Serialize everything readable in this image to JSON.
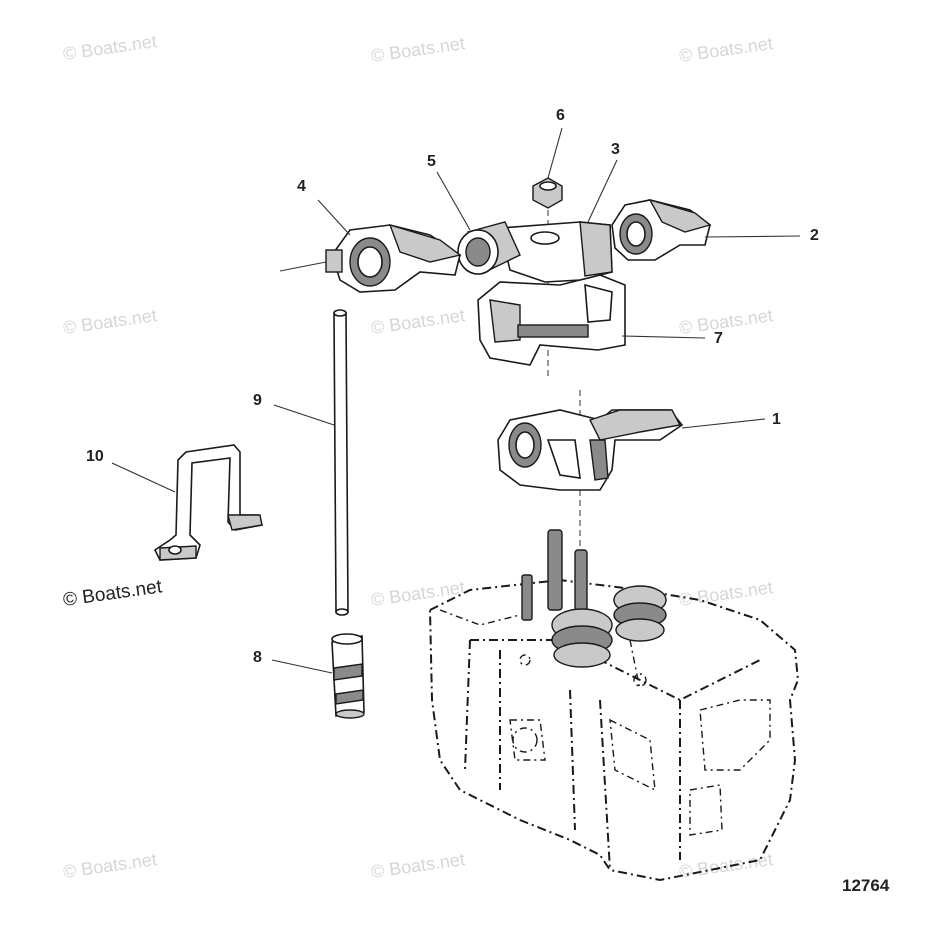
{
  "watermark_text": "© Boats.net",
  "figure_number": "12764",
  "callouts": [
    {
      "id": "1",
      "label": "1"
    },
    {
      "id": "2",
      "label": "2"
    },
    {
      "id": "3",
      "label": "3"
    },
    {
      "id": "4",
      "label": "4"
    },
    {
      "id": "5",
      "label": "5"
    },
    {
      "id": "6",
      "label": "6"
    },
    {
      "id": "7",
      "label": "7"
    },
    {
      "id": "8",
      "label": "8"
    },
    {
      "id": "9",
      "label": "9"
    },
    {
      "id": "10",
      "label": "10"
    }
  ]
}
